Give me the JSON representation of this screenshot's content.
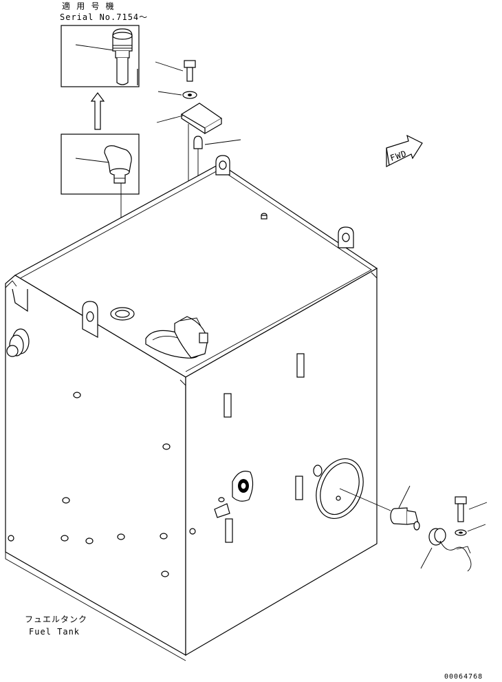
{
  "serial_note": {
    "line1": "適 用 号 機",
    "line2": "Serial No.7154～"
  },
  "fwd_marker": "FWD",
  "caption": {
    "japanese": "フュエルタンク",
    "english": "Fuel Tank"
  },
  "drawing_number": "00064768"
}
